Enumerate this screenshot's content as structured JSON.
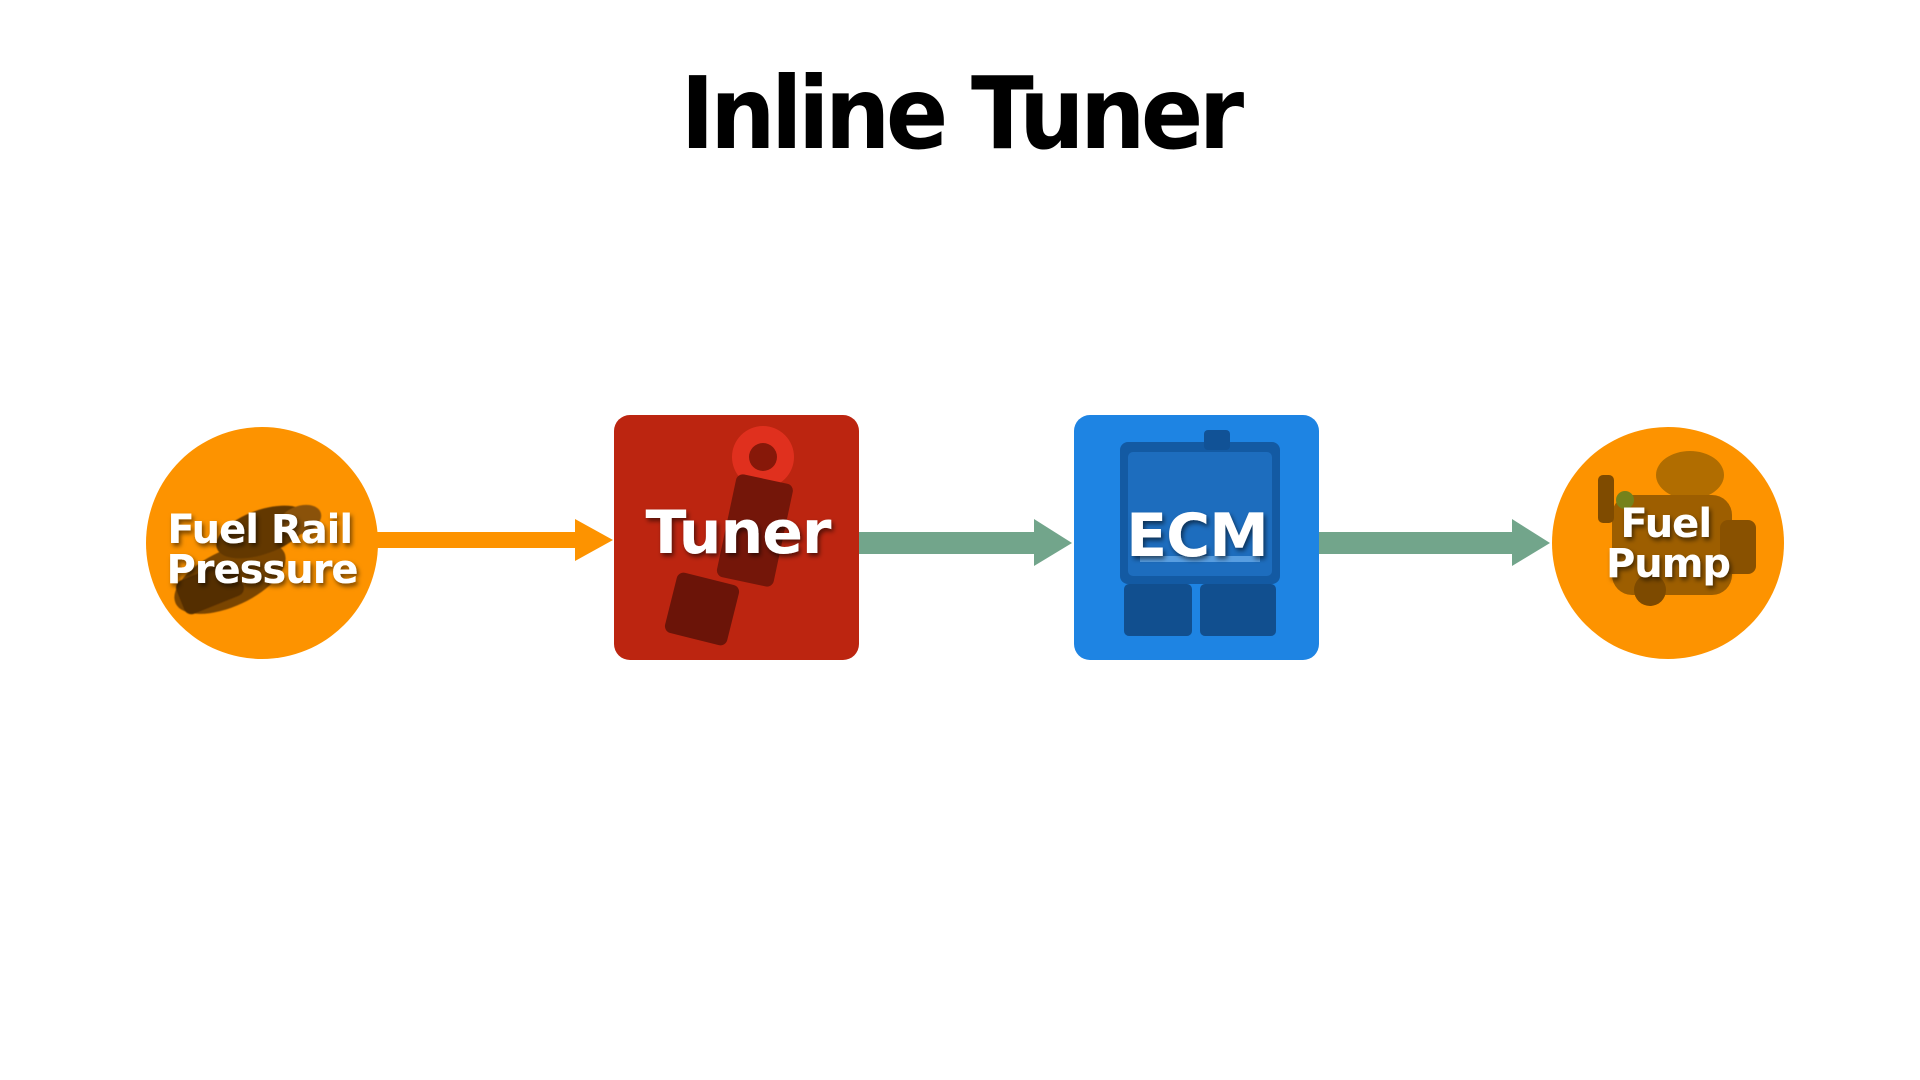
{
  "title": "Inline Tuner",
  "nodes": {
    "fuel_rail_pressure": {
      "label_line1": "Fuel Rail",
      "label_line2": "Pressure",
      "color": "#FD9300",
      "icon": "pressure-sensor-icon"
    },
    "tuner": {
      "label": "Tuner",
      "color": "#BC2510",
      "icon": "tuner-module-icon"
    },
    "ecm": {
      "label": "ECM",
      "color": "#1E84E3",
      "icon": "ecm-unit-icon"
    },
    "fuel_pump": {
      "label_line1": "Fuel",
      "label_line2": "Pump",
      "color": "#FD9300",
      "icon": "fuel-pump-icon"
    }
  },
  "edges": [
    {
      "from": "fuel_rail_pressure",
      "to": "tuner",
      "color": "#FD9300"
    },
    {
      "from": "tuner",
      "to": "ecm",
      "color": "#72A58B"
    },
    {
      "from": "ecm",
      "to": "fuel_pump",
      "color": "#72A58B"
    }
  ]
}
